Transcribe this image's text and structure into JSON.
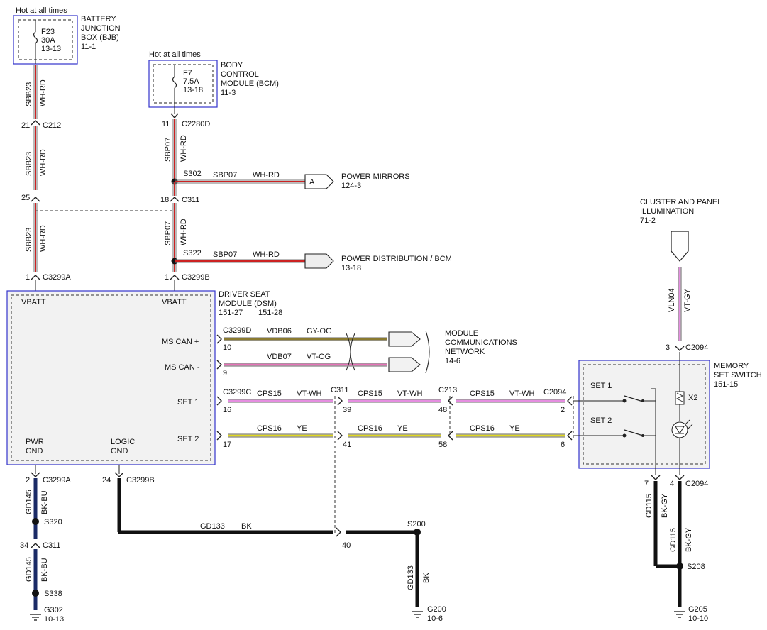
{
  "sources": {
    "bjb": {
      "hot": "Hot at all times",
      "fuse_name": "F23",
      "fuse_amp": "30A",
      "fuse_ref": "13-13",
      "title1": "BATTERY",
      "title2": "JUNCTION",
      "title3": "BOX (BJB)",
      "ref": "11-1"
    },
    "bcm": {
      "hot": "Hot at all times",
      "fuse_name": "F7",
      "fuse_amp": "7.5A",
      "fuse_ref": "13-18",
      "title1": "BODY",
      "title2": "CONTROL",
      "title3": "MODULE (BCM)",
      "ref": "11-3"
    }
  },
  "left_feed": {
    "wire1": "SBB23",
    "color1": "WH-RD",
    "pin_c212": "21",
    "conn_c212": "C212",
    "wire2": "SBB23",
    "color2": "WH-RD",
    "pin_25": "25",
    "wire3": "SBB23",
    "color3": "WH-RD",
    "pin_1": "1",
    "conn_c3299a": "C3299A"
  },
  "mid_feed": {
    "pin_11": "11",
    "conn_c2280d": "C2280D",
    "wire1": "SBP07",
    "color1": "WH-RD",
    "splice1": "S302",
    "s1_wire": "SBP07",
    "s1_color": "WH-RD",
    "conn_a": "A",
    "pm_title": "POWER MIRRORS",
    "pm_ref": "124-3",
    "pin_18": "18",
    "conn_c311": "C311",
    "wire2": "SBP07",
    "color2": "WH-RD",
    "splice2": "S322",
    "s2_wire": "SBP07",
    "s2_color": "WH-RD",
    "pd_title": "POWER DISTRIBUTION / BCM",
    "pd_ref": "13-18",
    "pin_1": "1",
    "conn_c3299b": "C3299B"
  },
  "dsm": {
    "title1": "DRIVER SEAT",
    "title2": "MODULE (DSM)",
    "ref1": "151-27",
    "ref2": "151-28",
    "vbatt1": "VBATT",
    "vbatt2": "VBATT",
    "ms_can_plus": "MS CAN +",
    "ms_can_minus": "MS CAN -",
    "set1": "SET 1",
    "set2": "SET 2",
    "pwr_gnd1": "PWR",
    "pwr_gnd2": "GND",
    "logic_gnd1": "LOGIC",
    "logic_gnd2": "GND"
  },
  "can": {
    "conn": "C3299D",
    "pin10": "10",
    "wire_plus": "VDB06",
    "color_plus": "GY-OG",
    "pin9": "9",
    "wire_minus": "VDB07",
    "color_minus": "VT-OG",
    "mcn1": "MODULE",
    "mcn2": "COMMUNICATIONS",
    "mcn3": "NETWORK",
    "mcn_ref": "14-6"
  },
  "set_lines": {
    "conn_c3299c": "C3299C",
    "pin16": "16",
    "w1": "CPS15",
    "c1": "VT-WH",
    "conn_c311": "C311",
    "pin39": "39",
    "w2": "CPS15",
    "c2": "VT-WH",
    "conn_c213": "C213",
    "pin48": "48",
    "w3": "CPS15",
    "c3": "VT-WH",
    "conn_c2094": "C2094",
    "pin2": "2",
    "pin17": "17",
    "w4": "CPS16",
    "c4": "YE",
    "pin41": "41",
    "w5": "CPS16",
    "c5": "YE",
    "pin58": "58",
    "w6": "CPS16",
    "c6": "YE",
    "pin6": "6"
  },
  "memory": {
    "title1": "MEMORY",
    "title2": "SET SWITCH",
    "ref": "151-15",
    "set1": "SET 1",
    "set2": "SET 2",
    "x2": "X2",
    "cpi1": "CLUSTER AND PANEL",
    "cpi2": "ILLUMINATION",
    "cpi_ref": "71-2",
    "vln_wire": "VLN04",
    "vln_color": "VT-GY",
    "pin3": "3",
    "conn_top": "C2094",
    "pin7": "7",
    "pin4": "4",
    "conn_bot": "C2094",
    "gd115a": "GD115",
    "gd115a_color": "BK-GY",
    "gd115b": "GD115",
    "gd115b_color": "BK-GY",
    "s208": "S208",
    "g205": "G205",
    "g205_ref": "10-10"
  },
  "grounds": {
    "pin2": "2",
    "conn_c3299a": "C3299A",
    "gd145a": "GD145",
    "gd145a_color": "BK-BU",
    "s320": "S320",
    "pin34": "34",
    "conn_c311": "C311",
    "gd145b": "GD145",
    "gd145b_color": "BK-BU",
    "s338": "S338",
    "g302": "G302",
    "g302_ref": "10-13",
    "pin24": "24",
    "conn_c3299b": "C3299B",
    "gd133": "GD133",
    "gd133_color": "BK",
    "pin40": "40",
    "s200": "S200",
    "gd133b": "GD133",
    "gd133b_color": "BK",
    "g200": "G200",
    "g200_ref": "10-6"
  }
}
